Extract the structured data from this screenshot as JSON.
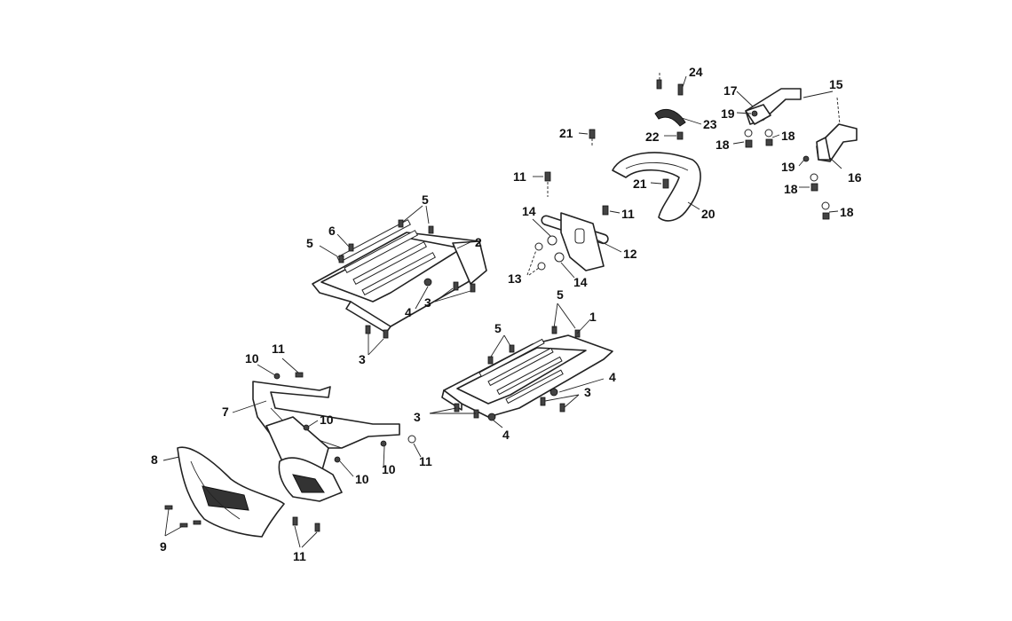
{
  "callouts": {
    "c1": "1",
    "c2": "2",
    "c3a": "3",
    "c3b": "3",
    "c3c": "3",
    "c3d": "3",
    "c4a": "4",
    "c4b": "4",
    "c4c": "4",
    "c5a": "5",
    "c5b": "5",
    "c5c": "5",
    "c5d": "5",
    "c6": "6",
    "c7": "7",
    "c8": "8",
    "c9": "9",
    "c10a": "10",
    "c10b": "10",
    "c10c": "10",
    "c10d": "10",
    "c11a": "11",
    "c11b": "11",
    "c11c": "11",
    "c11d": "11",
    "c11e": "11",
    "c12": "12",
    "c13": "13",
    "c14a": "14",
    "c14b": "14",
    "c15": "15",
    "c16": "16",
    "c17": "17",
    "c18a": "18",
    "c18b": "18",
    "c18c": "18",
    "c18d": "18",
    "c19a": "19",
    "c19b": "19",
    "c20": "20",
    "c21a": "21",
    "c21b": "21",
    "c22": "22",
    "c23": "23",
    "c24": "24"
  }
}
